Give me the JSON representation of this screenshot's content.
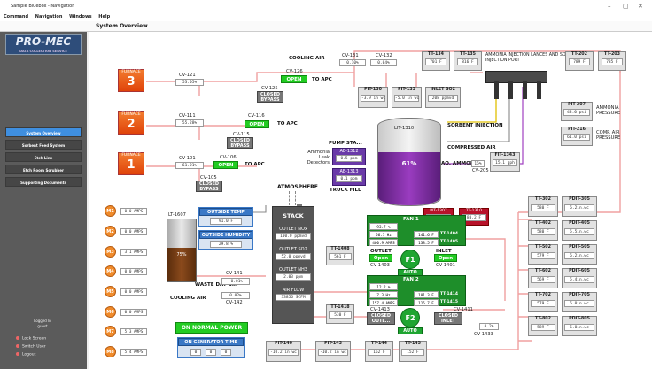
{
  "window": {
    "title": "Sample Bluebox - Navigation",
    "controls": [
      "–",
      "▢",
      "✕"
    ]
  },
  "menu": [
    "Command",
    "Navigation",
    "Windows",
    "Help"
  ],
  "header": {
    "title": "System Overview"
  },
  "sidebar": {
    "logo": "PRO-MEC",
    "logo_sub": "DATA COLLECTION SERVICE",
    "items": [
      "System Overview",
      "Sorbent Feed System",
      "Etch Line",
      "Etch Room Scrubber",
      "Supporting Documents"
    ],
    "logged_in": "Logged In",
    "user": "guest",
    "actions": [
      "Lock Screen",
      "Switch User",
      "Logout"
    ]
  },
  "furnaces": [
    {
      "label": "FURNACE",
      "num": "3",
      "cv": "CV-121",
      "val": "53.05%"
    },
    {
      "label": "FURNACE",
      "num": "2",
      "cv": "CV-111",
      "val": "55.28%"
    },
    {
      "label": "FURNACE",
      "num": "1",
      "cv": "CV-101",
      "val": "61.21%"
    }
  ],
  "valves": {
    "cv126": {
      "label": "CV-126",
      "state": "OPEN"
    },
    "cv125": {
      "label": "CV-125",
      "state": "CLOSED",
      "sub": "BYPASS"
    },
    "cv116": {
      "label": "CV-116",
      "state": "OPEN"
    },
    "cv115": {
      "label": "CV-115",
      "state": "CLOSED",
      "sub": "BYPASS"
    },
    "cv106": {
      "label": "CV-106",
      "state": "OPEN"
    },
    "cv105": {
      "label": "CV-105",
      "state": "CLOSED",
      "sub": "BYPASS"
    },
    "to_apc": "TO APC"
  },
  "cooling_air": "COOLING AIR",
  "cv131": {
    "label": "CV-131",
    "val": "0.10%"
  },
  "cv132": {
    "label": "CV-132",
    "val": "0.04%"
  },
  "top_tt": [
    {
      "label": "TT-134",
      "val": "701 F"
    },
    {
      "label": "TT-135",
      "val": "816 F"
    }
  ],
  "ammonia_title": "AMMONIA INJECTION LANCES AND SORBENT INJECTION PORT",
  "tt202": {
    "label": "TT-202",
    "val": "789 F"
  },
  "tt203": {
    "label": "TT-203",
    "val": "785 F"
  },
  "pit130": {
    "label": "PIT-130",
    "val": "-3.9 in wc"
  },
  "pit133": {
    "label": "PIT-133",
    "val": "-5.0 in wc"
  },
  "so2": {
    "label": "INLET SO2",
    "val": "208 ppmvd"
  },
  "pit207": {
    "label": "PIT-207",
    "val": "43.0 psi",
    "desc": "AMMONIA PRESSURE"
  },
  "pit216": {
    "label": "PIT-216",
    "val": "61.0 psi",
    "desc": "COMP. AIR PRESSURE"
  },
  "sorbent_injection": "SORBENT INJECTION",
  "compressed_air": "COMPRESSED AIR",
  "aq_ammonia": "AQ. AMMONIA",
  "cv205": {
    "label": "CV-205",
    "val": "15%"
  },
  "fit1343": {
    "label": "FIT-1343",
    "val": "15.1 gph"
  },
  "tank": {
    "label": "LIT-1310",
    "val": "61%"
  },
  "pump": "PUMP STA...",
  "ammonia_leak": "Ammonia Leak Detectors",
  "ae1312": {
    "label": "AE-1312",
    "val": "0.5 ppm"
  },
  "ae1313": {
    "label": "AE-1313",
    "val": "0.1 ppm"
  },
  "truck_fill": "TRUCK FILL",
  "pit1307": {
    "label": "PIT-1307",
    "val": "0.6 psi"
  },
  "tt1310": {
    "label": "TT-1310",
    "val": "80.2 F"
  },
  "lt1607": "LT-1607",
  "bin_label": "WASTE DAY BIN",
  "bin_val": "75%",
  "outside_temp": {
    "label": "OUTSIDE TEMP",
    "val": "91.0 F"
  },
  "outside_humidity": {
    "label": "OUTSIDE HUMIDITY",
    "val": "29.8 %"
  },
  "atmosphere": "ATMOSPHERE",
  "stack": {
    "title": "STACK",
    "nox_label": "OUTLET NOx",
    "nox_val": "100.0 ppmvd",
    "so2_label": "OUTLET SO2",
    "so2_val": "52.0 ppmvd",
    "nh3_label": "OUTLET NH3",
    "nh3_val": "2.03 ppm",
    "flow_label": "AIR FLOW",
    "flow_val": "33856 SCFM"
  },
  "tt1408": {
    "label": "TT-1408",
    "val": "561 F"
  },
  "tt1418": {
    "label": "TT-1418",
    "val": "530 F"
  },
  "motors": [
    {
      "label": "M1",
      "val": "0.0 AMPS"
    },
    {
      "label": "M2",
      "val": "0.0 AMPS"
    },
    {
      "label": "M3",
      "val": "3.1 AMPS"
    },
    {
      "label": "M4",
      "val": "0.0 AMPS"
    },
    {
      "label": "M5",
      "val": "0.0 AMPS"
    },
    {
      "label": "M6",
      "val": "0.0 AMPS"
    },
    {
      "label": "M7",
      "val": "5.3 AMPS"
    },
    {
      "label": "M8",
      "val": "5.4 AMPS"
    }
  ],
  "cv141": {
    "label": "CV-141",
    "val": "-0.01%"
  },
  "cv142": {
    "label": "CV-142",
    "val": "0.02%"
  },
  "power": "ON NORMAL POWER",
  "gen": {
    "label": "ON GENERATOR TIME",
    "h": "0",
    "m": "0",
    "s": "0"
  },
  "fan1": {
    "title": "FAN 1",
    "rows": [
      "93.7 %",
      "56.1 Hz",
      "400.9 AMPS"
    ],
    "temps": [
      "141.6 F",
      "138.5 F"
    ],
    "tt_a": "TT-1404",
    "tt_b": "TT-1405"
  },
  "fan2": {
    "title": "FAN 2",
    "rows": [
      "12.2 %",
      "7.3 Hz",
      "157.4 AMPS"
    ],
    "temps": [
      "101.3 F",
      "115.7 F"
    ],
    "tt_a": "TT-1414",
    "tt_b": "TT-1415"
  },
  "cv1403": {
    "label": "CV-1403",
    "state": "Open",
    "top": "OUTLET"
  },
  "cv1401": {
    "label": "CV-1401",
    "state": "Open",
    "top": "INLET"
  },
  "f1": {
    "label": "F1",
    "mode": "AUTO"
  },
  "f2": {
    "label": "F2",
    "mode": "AUTO"
  },
  "cv1413": {
    "label": "CV-1413",
    "state": "CLOSED",
    "sub": "OUTL..."
  },
  "cv1411": {
    "label": "CV-1411",
    "state": "CLOSED",
    "sub": "INLET"
  },
  "cv1433": {
    "label": "CV-1433",
    "val": "0.2%"
  },
  "bottom": [
    {
      "label": "PIT-140",
      "val": "-10.2 in wc"
    },
    {
      "label": "PIT-143",
      "val": "-10.2 in wc"
    },
    {
      "label": "TT-144",
      "val": "162 F"
    },
    {
      "label": "TT-145",
      "val": "152 F"
    }
  ],
  "right_grid": [
    {
      "tt": "TT-302",
      "tt_val": "580 F",
      "pd": "PDIT-305",
      "pd_val": "6.2in.wc"
    },
    {
      "tt": "TT-402",
      "tt_val": "580 F",
      "pd": "PDIT-405",
      "pd_val": "5.5in.wc"
    },
    {
      "tt": "TT-502",
      "tt_val": "579 F",
      "pd": "PDIT-505",
      "pd_val": "6.2in.wc"
    },
    {
      "tt": "TT-602",
      "tt_val": "569 F",
      "pd": "PDIT-605",
      "pd_val": "5.4in.wc"
    },
    {
      "tt": "TT-702",
      "tt_val": "579 F",
      "pd": "PDIT-705",
      "pd_val": "6.0in.wc"
    },
    {
      "tt": "TT-802",
      "tt_val": "589 F",
      "pd": "PDIT-805",
      "pd_val": "6.0in.wc"
    }
  ],
  "colors": {
    "orange": "#f08b2b",
    "green": "#22cc22",
    "pipe_red": "#f08080",
    "purple": "#6a3aa8",
    "accent": "#3f8fe0"
  }
}
